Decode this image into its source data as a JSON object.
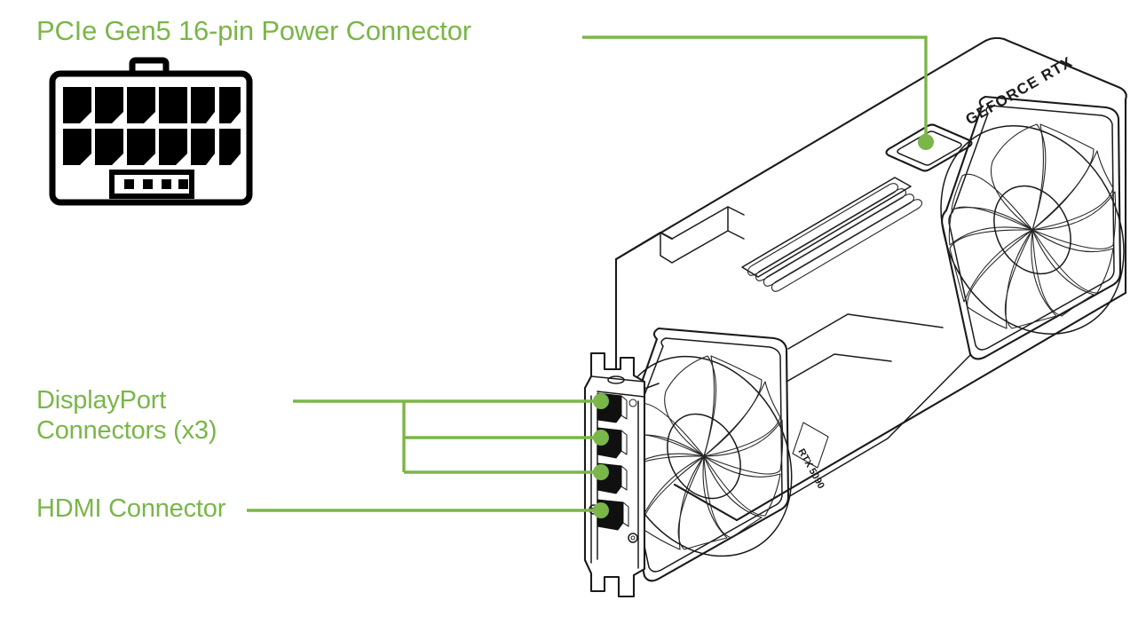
{
  "page": {
    "title": "GeForce RTX Graphics Card Connector Callout Diagram",
    "background_color": "#ffffff",
    "accent_color": "#7ab648",
    "ink_color": "#1a1a1a"
  },
  "callouts": {
    "power": {
      "label": "PCIe Gen5 16-pin Power Connector",
      "leader": "elbow-right-down",
      "target": "power-connector-socket"
    },
    "displayport": {
      "label_line1": "DisplayPort",
      "label_line2": "Connectors (x3)",
      "leader": "bracket-three-branch",
      "target": "displayport-ports"
    },
    "hdmi": {
      "label": "HDMI Connector",
      "leader": "straight",
      "target": "hdmi-port"
    }
  },
  "connector_diagram": {
    "name": "16-pin 12VHPWR connector front view",
    "main_pin_rows": 2,
    "main_pins_per_row": 6,
    "main_pin_count": 12,
    "sideband_pin_count": 4,
    "has_latch_tab": true
  },
  "graphics_card": {
    "brand_text": "GEFORCE RTX",
    "model_text": "RTX 5090",
    "fan_count": 2,
    "fan_blade_count": 9,
    "vent_slot_count": 4,
    "io_ports": [
      {
        "type": "DisplayPort",
        "index": 1
      },
      {
        "type": "DisplayPort",
        "index": 2
      },
      {
        "type": "DisplayPort",
        "index": 3
      },
      {
        "type": "HDMI",
        "index": 4
      }
    ],
    "power_socket": "PCIe Gen5 16-pin"
  }
}
